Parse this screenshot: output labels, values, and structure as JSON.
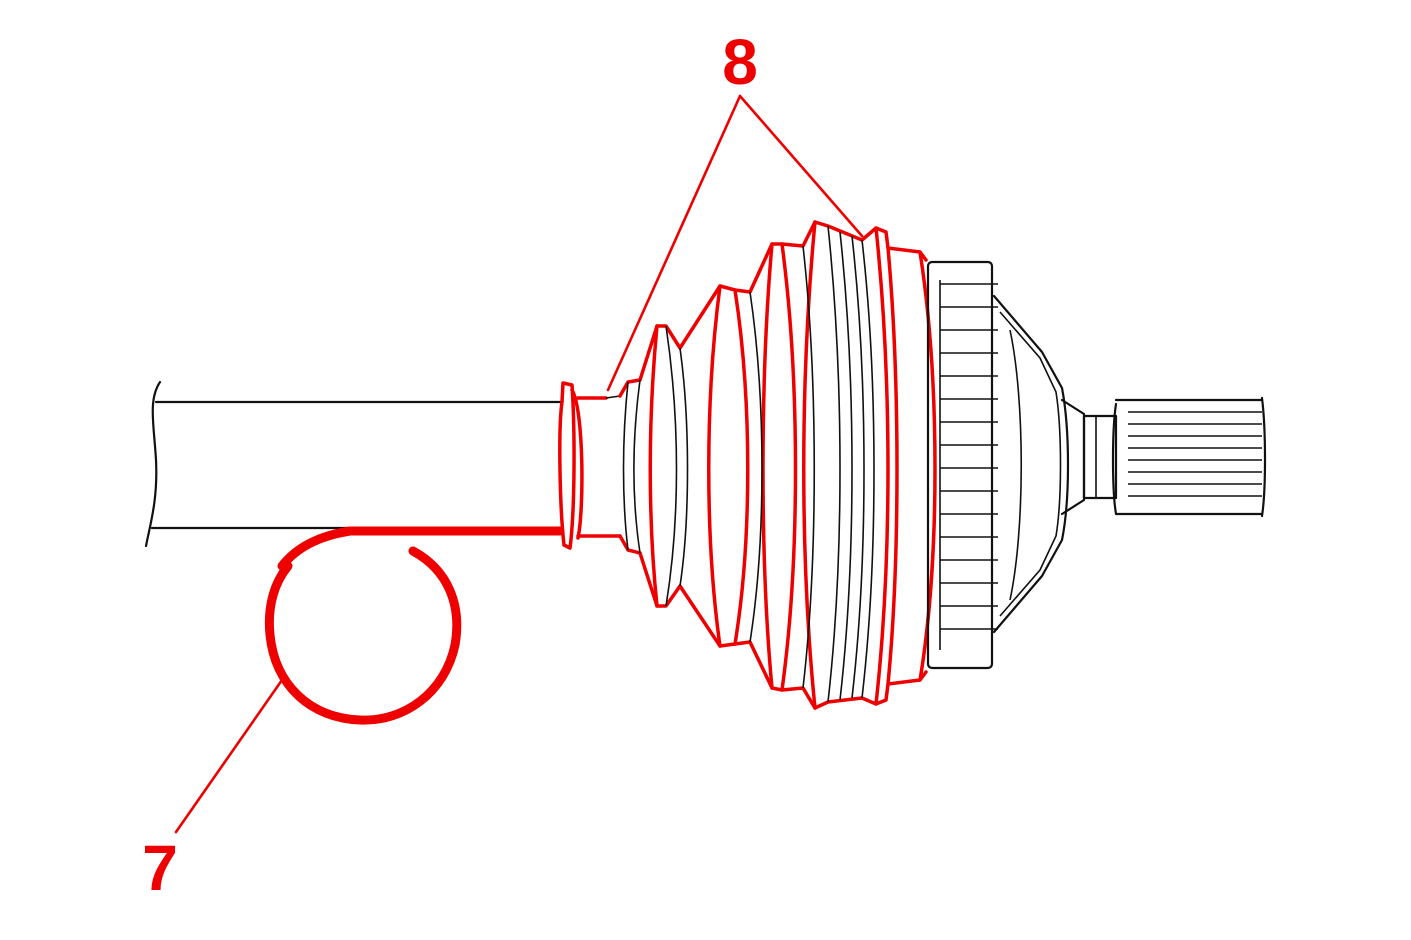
{
  "diagram": {
    "callouts": [
      {
        "id": "callout-8",
        "label": "8"
      },
      {
        "id": "callout-7",
        "label": "7"
      }
    ],
    "colors": {
      "highlight": "#ee0000",
      "line": "#111111",
      "background": "#ffffff"
    }
  }
}
